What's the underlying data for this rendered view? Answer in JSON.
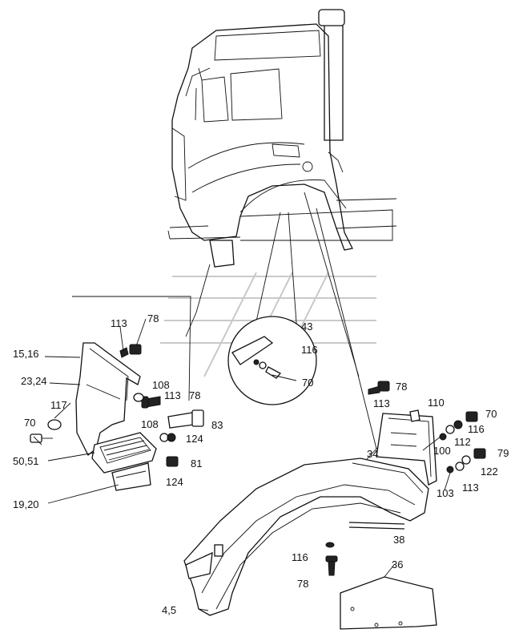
{
  "labels": {
    "l43": "43",
    "l116a": "116",
    "l70a": "70",
    "l113a": "113",
    "l78a": "78",
    "l15_16": "15,16",
    "l23_24": "23,24",
    "l108a": "108",
    "l113b": "113",
    "l78b": "78",
    "l117": "117",
    "l70b": "70",
    "l108b": "108",
    "l83": "83",
    "l124a": "124",
    "l81": "81",
    "l124b": "124",
    "l50_51": "50,51",
    "l19_20": "19,20",
    "l78c": "78",
    "l113c": "113",
    "l110": "110",
    "l70c": "70",
    "l116b": "116",
    "l112": "112",
    "l100": "100",
    "l79": "79",
    "l122": "122",
    "l103": "103",
    "l113d": "113",
    "l34": "34",
    "l38": "38",
    "l36": "36",
    "l116c": "116",
    "l78d": "78",
    "l4_5": "4,5"
  }
}
